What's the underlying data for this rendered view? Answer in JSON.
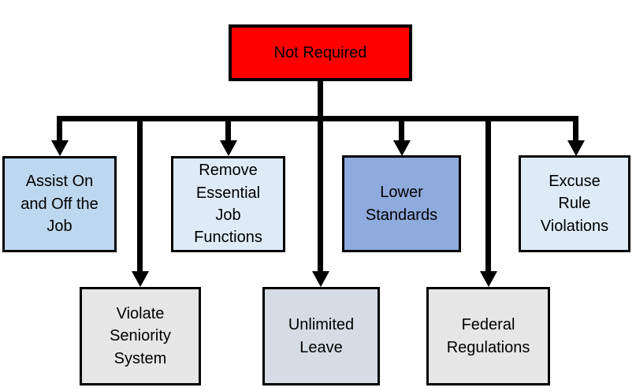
{
  "colors": {
    "background": "#FFFFFF",
    "connector": "#000000",
    "border": "#000000",
    "text": "#000000"
  },
  "nodes": {
    "root": {
      "label": "Not Required",
      "fill": "#FF0000"
    },
    "assist": {
      "label": "Assist On\nand Off the\nJob",
      "fill": "#BDD7EE"
    },
    "remove": {
      "label": "Remove\nEssential\nJob\nFunctions",
      "fill": "#DEEBF7"
    },
    "lower": {
      "label": "Lower\nStandards",
      "fill": "#8FAADC"
    },
    "excuse": {
      "label": "Excuse\nRule\nViolations",
      "fill": "#DEEBF7"
    },
    "violate": {
      "label": "Violate\nSeniority\nSystem",
      "fill": "#E7E6E6"
    },
    "unlimited": {
      "label": "Unlimited\nLeave",
      "fill": "#D6DCE5"
    },
    "federal": {
      "label": "Federal\nRegulations",
      "fill": "#E7E6E6"
    }
  },
  "edges": [
    {
      "from": "Not Required",
      "to": "Assist On and Off the Job"
    },
    {
      "from": "Not Required",
      "to": "Remove Essential Job Functions"
    },
    {
      "from": "Not Required",
      "to": "Lower Standards"
    },
    {
      "from": "Not Required",
      "to": "Excuse Rule Violations"
    },
    {
      "from": "Not Required",
      "to": "Violate Seniority System"
    },
    {
      "from": "Not Required",
      "to": "Unlimited Leave"
    },
    {
      "from": "Not Required",
      "to": "Federal Regulations"
    }
  ]
}
